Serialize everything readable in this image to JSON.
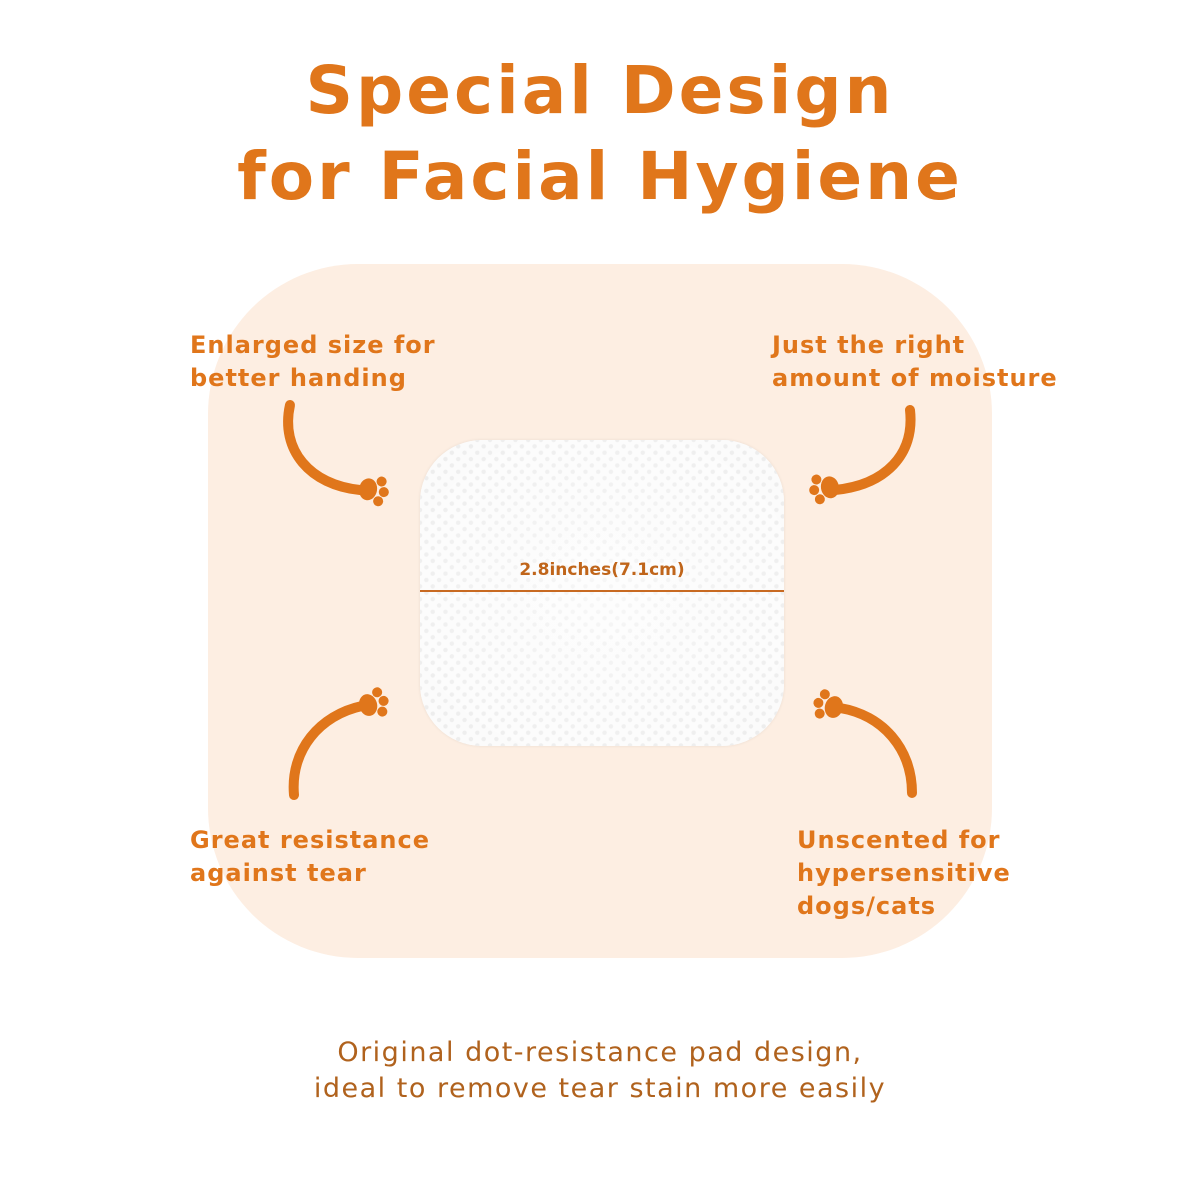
{
  "title": {
    "line1": "Special Design",
    "line2": "for Facial Hygiene"
  },
  "pad": {
    "measurement": "2.8inches(7.1cm)"
  },
  "features": {
    "top_left": {
      "line1": "Enlarged size for",
      "line2": "better handing"
    },
    "top_right": {
      "line1": "Just the right",
      "line2": "amount of moisture"
    },
    "bottom_left": {
      "line1": "Great resistance",
      "line2": "against tear"
    },
    "bottom_right": {
      "line1": "Unscented for",
      "line2": "hypersensitive",
      "line3": "dogs/cats"
    }
  },
  "caption": {
    "line1": "Original dot-resistance pad design,",
    "line2": "ideal to remove tear stain more easily"
  },
  "colors": {
    "accent": "#e0761b",
    "panel": "#fdeee2",
    "caption": "#b0621d"
  },
  "icons": [
    "paw-arrow-icon"
  ]
}
